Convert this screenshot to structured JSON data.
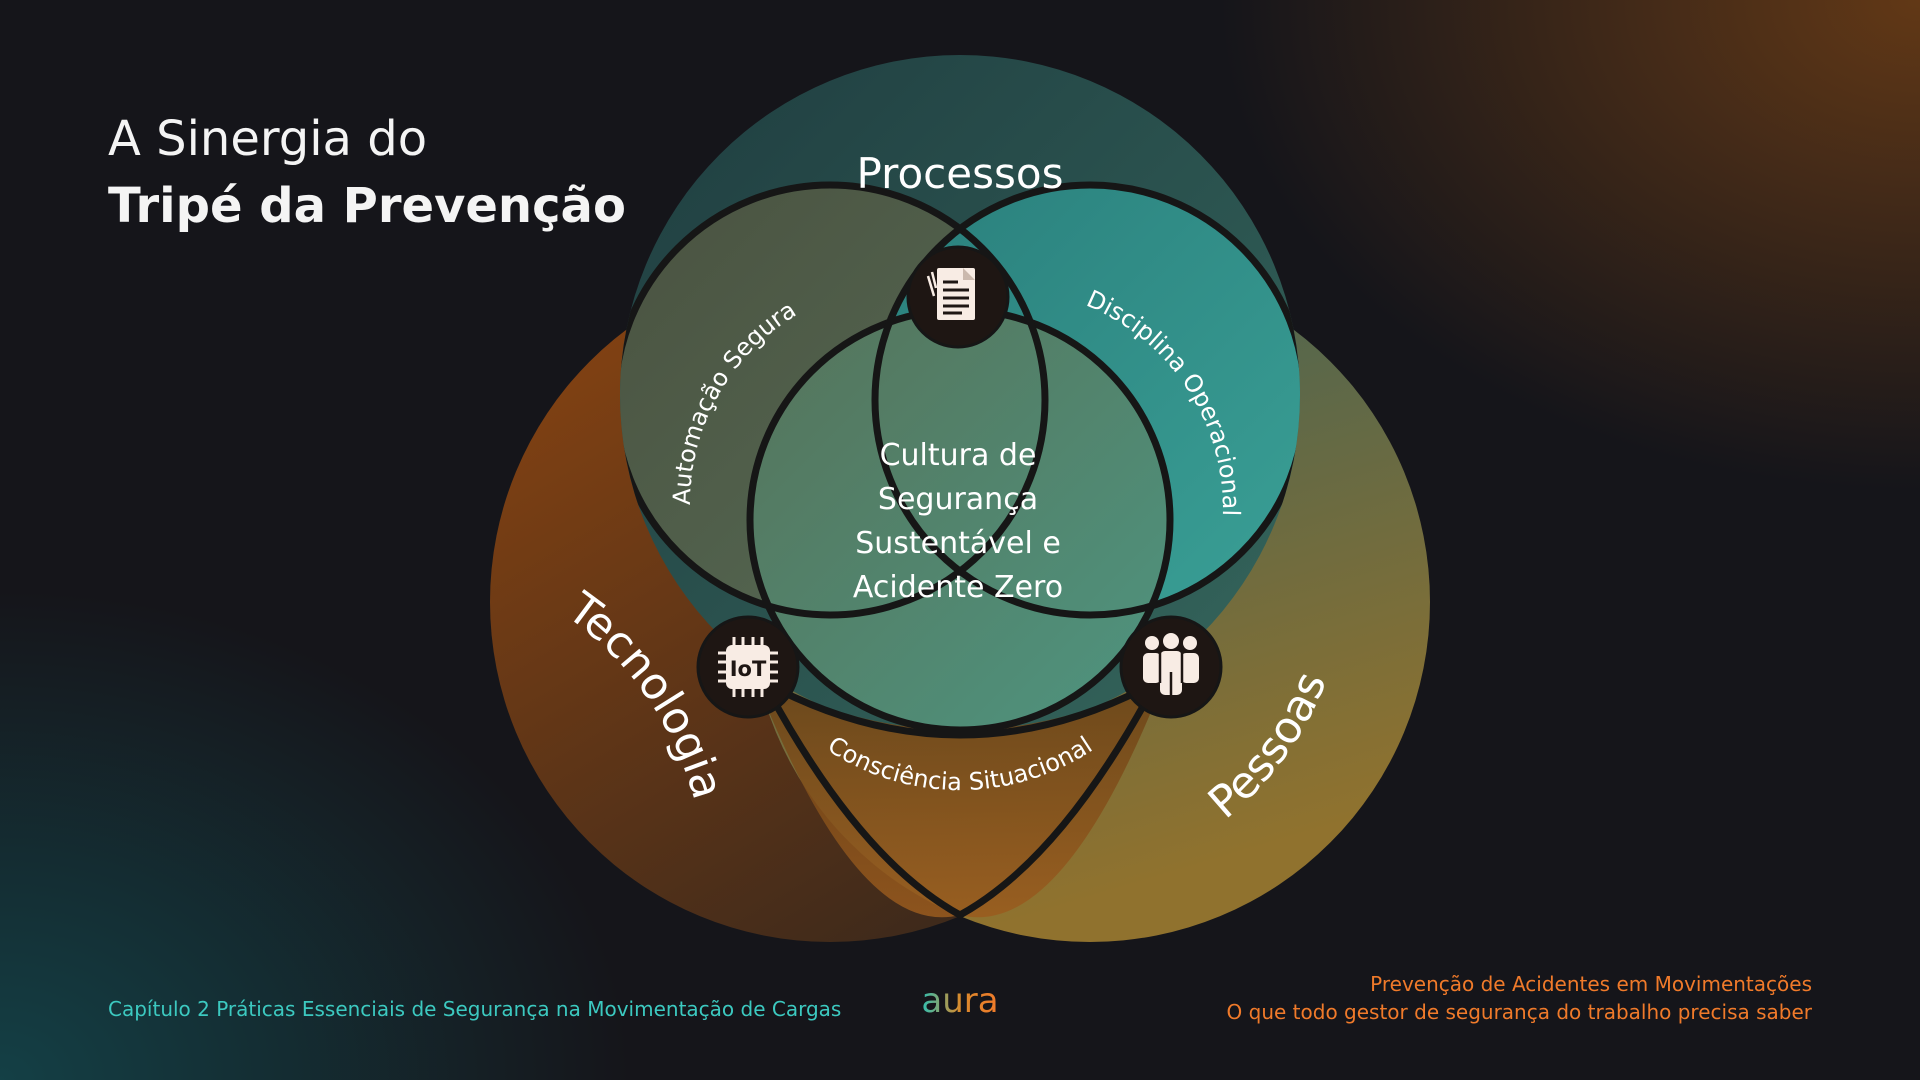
{
  "title": {
    "line1": "A Sinergia do",
    "line2": "Tripé da Prevenção"
  },
  "diagram": {
    "sets": {
      "processos": "Processos",
      "tecnologia": "Tecnologia",
      "pessoas": "Pessoas"
    },
    "intersections": {
      "processos_tecnologia": "Automação Segura",
      "processos_pessoas": "Disciplina Operacional",
      "tecnologia_pessoas": "Consciência Situacional"
    },
    "center": [
      "Cultura de",
      "Segurança",
      "Sustentável e",
      "Acidente Zero"
    ],
    "icons": {
      "processos": "document-icon",
      "tecnologia": "iot-chip-icon",
      "iot_label": "IoT",
      "pessoas": "people-group-icon"
    },
    "colors": {
      "processos": "#2f6f6a",
      "tecnologia": "#8a4a14",
      "pessoas": "#8a7a3a",
      "outline": "#1a1a1a"
    }
  },
  "footer": {
    "chapter": "Capítulo 2 Práticas Essenciais de Segurança na Movimentação de Cargas",
    "brand": "aura",
    "book_title": "Prevenção de Acidentes em Movimentações",
    "book_subtitle": "O que todo gestor de segurança do trabalho precisa saber"
  }
}
